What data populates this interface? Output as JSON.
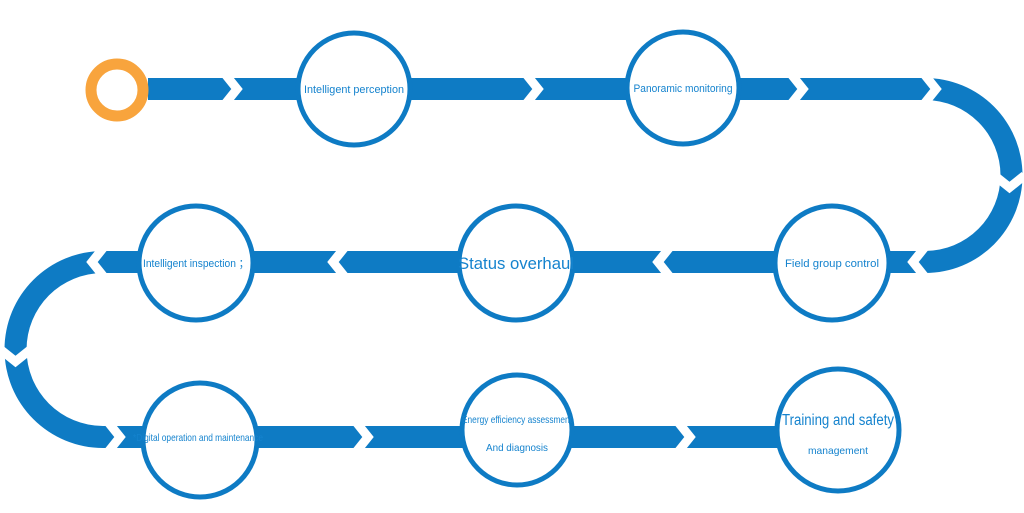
{
  "colors": {
    "flow_blue": "#0E7BC4",
    "label_blue": "#1583CE",
    "start_ring_orange": "#F8A43D",
    "background": "#FFFFFF"
  },
  "diagram": {
    "type": "serpentine-process-flow",
    "rows": 3,
    "start_marker": "orange-ring",
    "nodes": [
      {
        "label": "Intelligent perception"
      },
      {
        "label": "Panoramic monitoring"
      },
      {
        "label": "Field group control"
      },
      {
        "label": "Status overhaul"
      },
      {
        "label": "Intelligent inspection ；"
      },
      {
        "label": "*Digital operation and maintenance"
      },
      {
        "label": "Energy efficiency assessment",
        "label2": "And diagnosis"
      },
      {
        "label": "Training and safety",
        "label2": "management"
      }
    ]
  }
}
